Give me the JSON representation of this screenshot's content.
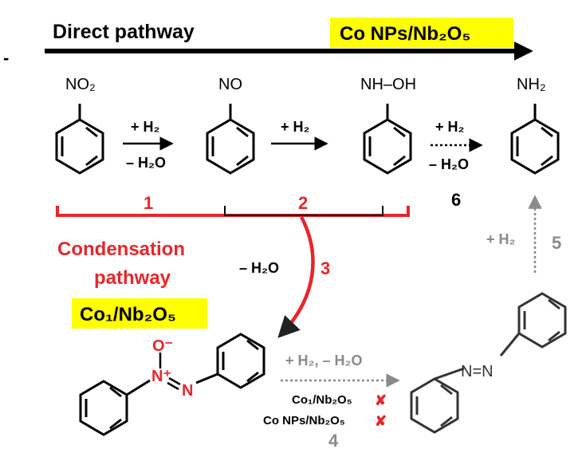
{
  "header": {
    "direct_pathway": "Direct pathway",
    "catalyst_direct": "Co NPs/Nb₂O₅",
    "left_mark": "-"
  },
  "molecules": {
    "nitro": "NO₂",
    "nitroso": "NO",
    "hydroxylamine": "NH–OH",
    "amine": "NH₂",
    "azoxy_o": "O⁻",
    "azoxy_n1": "N⁺",
    "azoxy_n2": "N",
    "azo": "N=N"
  },
  "steps": {
    "step_a_top": "+ H₂",
    "step_a_bottom": "– H₂O",
    "step_b_top": "+ H₂",
    "step_c_top": "+ H₂",
    "step_c_bottom": "– H₂O",
    "step3_label": "– H₂O",
    "step5_label": "+ H₂",
    "step4_label": "+ H₂, – H₂O"
  },
  "route_numbers": {
    "n1": "1",
    "n2": "2",
    "n3": "3",
    "n4": "4",
    "n5": "5",
    "n6": "6"
  },
  "condensation": {
    "line1": "Condensation",
    "line2": "pathway",
    "catalyst": "Co₁/Nb₂O₅"
  },
  "step4_catalysts": {
    "single_atom": "Co₁/Nb₂O₅",
    "nanoparticles": "Co NPs/Nb₂O₅",
    "fail_mark": "✘"
  },
  "colors": {
    "highlight": "#ffff00",
    "condensation_red": "#e8262a",
    "grey": "#8a8a8a",
    "black": "#000000"
  }
}
